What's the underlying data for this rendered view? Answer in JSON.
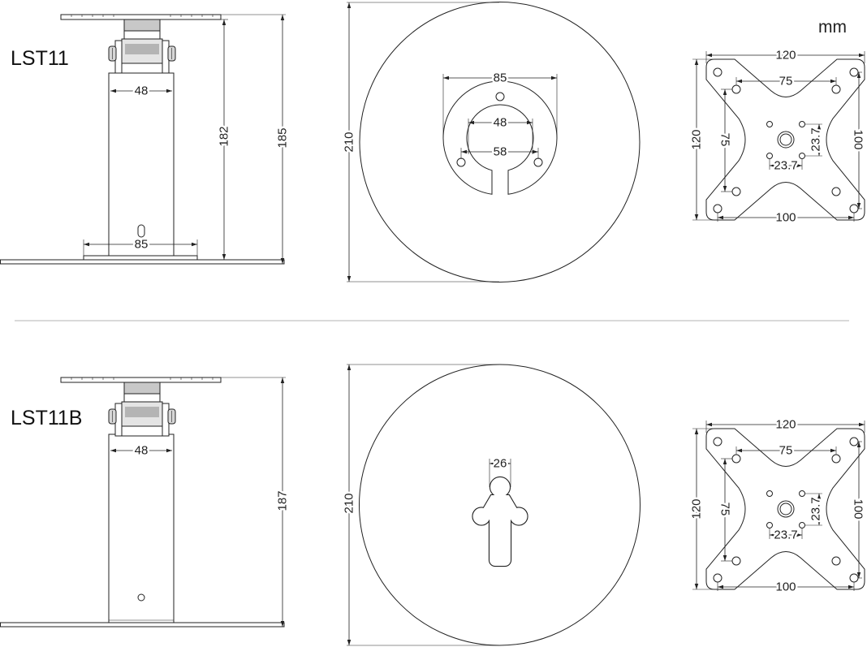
{
  "unit_label": "mm",
  "lst11": {
    "model_name": "LST11",
    "side": {
      "column": "48",
      "height_a": "182",
      "height_b": "185",
      "base": "85"
    },
    "base_plate": {
      "diameter": "210",
      "ring_outer": "85",
      "ring_inner": "48",
      "hole_spacing": "58"
    },
    "vesa": {
      "width": "120",
      "height": "120",
      "h75": "75",
      "v75": "75",
      "v100": "100",
      "h100": "100",
      "v_offset": "23.7",
      "h_offset": "23.7"
    }
  },
  "lst11b": {
    "model_name": "LST11B",
    "side": {
      "column": "48",
      "height": "187"
    },
    "base_plate": {
      "diameter": "210",
      "keyhole": "26"
    },
    "vesa": {
      "width": "120",
      "height": "120",
      "h75": "75",
      "v75": "75",
      "v100": "100",
      "h100": "100",
      "v_offset": "23.7",
      "h_offset": "23.7"
    }
  }
}
